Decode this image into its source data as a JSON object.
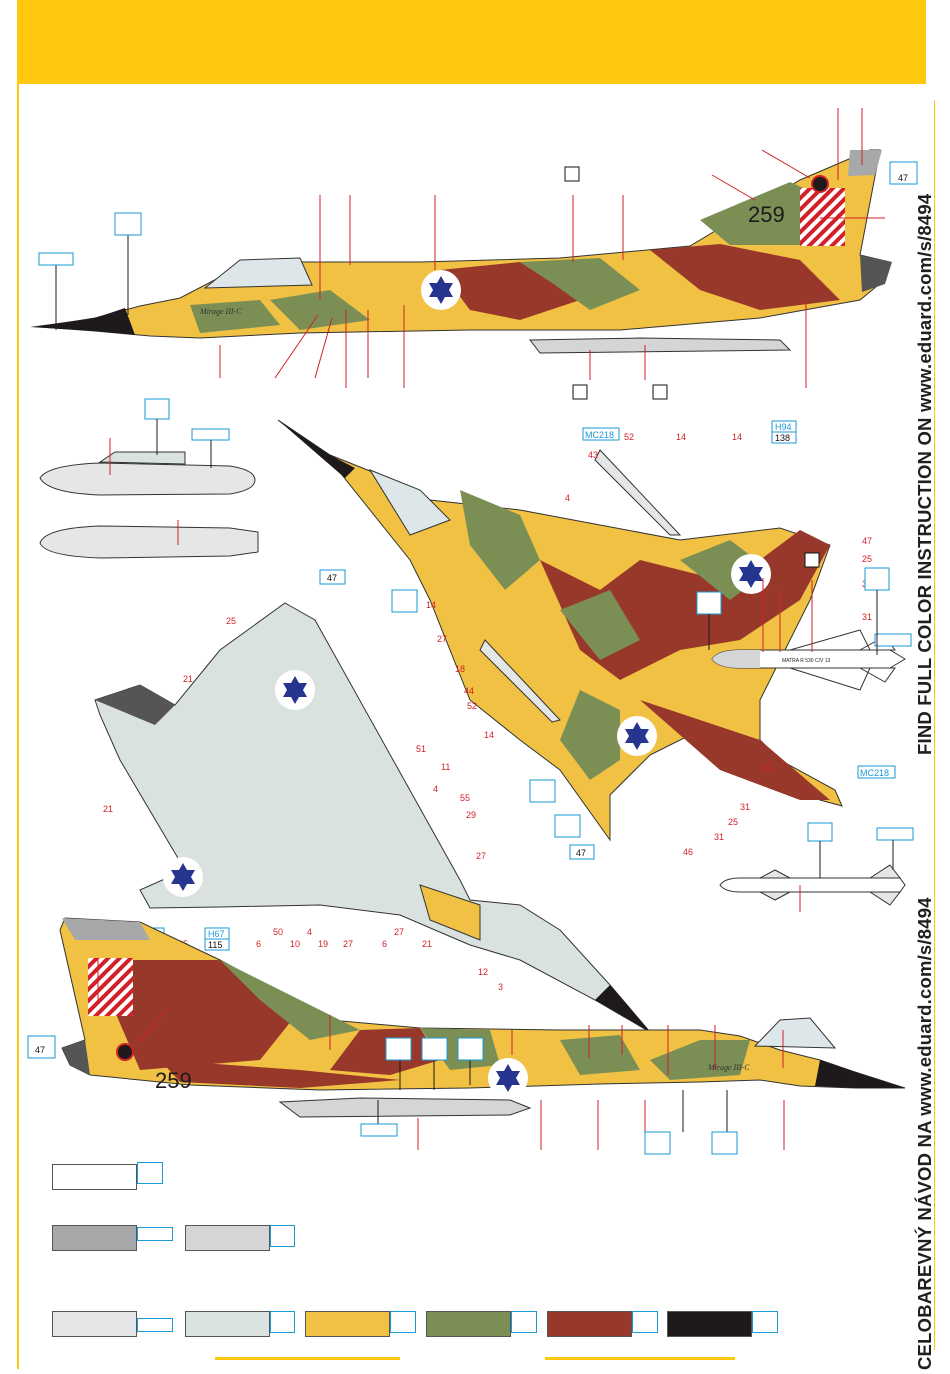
{
  "side_text": {
    "top": "FIND FULL COLOR INSTRUCTION ON www.eduard.com/s/8494",
    "bottom": "CELOBAREVNÝ NÁVOD NA www.eduard.com/s/8494"
  },
  "aircraft": {
    "serial": "259",
    "nose_script": "Mirage III-C",
    "missile_marking": "MATRA R 530 C/V 13"
  },
  "callouts": {
    "n14": "14",
    "n18": "18",
    "n27": "27",
    "n44": "44",
    "n52": "52",
    "n43": "43",
    "n4": "4",
    "n47": "47",
    "n25": "25",
    "n31": "31",
    "n46": "46",
    "n21": "21",
    "n51": "51",
    "n11": "11",
    "n55": "55",
    "n29": "29",
    "n6": "6",
    "n50": "50",
    "n10": "10",
    "n19": "19",
    "n12": "12",
    "n3": "3"
  },
  "ref_boxes": {
    "mc218": "MC218",
    "h94": "H94",
    "h94_val": "138",
    "h67": "H67",
    "h67_val": "115",
    "n47": "47"
  },
  "colors": {
    "banner": "#fdc80f",
    "sand": "#f0c143",
    "green": "#7b8f55",
    "brown": "#98382b",
    "light_gray": "#e5e7e7",
    "gray": "#a7a8a9",
    "mid_gray": "#d3d5d6",
    "pale_blue_gray": "#d9e2df",
    "black": "#1e1a1b",
    "white": "#ffffff",
    "roundel_blue": "#26358f",
    "callout_red": "#d21f28",
    "box_blue": "#1a9ad6"
  },
  "swatches": [
    {
      "name": "white",
      "color": "#ffffff"
    },
    {
      "name": "gray",
      "color": "#a7a8a9"
    },
    {
      "name": "mid-gray",
      "color": "#d3d5d6"
    },
    {
      "name": "light-gray",
      "color": "#e5e7e7"
    },
    {
      "name": "pale-gray",
      "color": "#d9e2df"
    },
    {
      "name": "sand",
      "color": "#f0c143"
    },
    {
      "name": "green",
      "color": "#7b8f55"
    },
    {
      "name": "brown",
      "color": "#98382b"
    },
    {
      "name": "black",
      "color": "#1e1a1b"
    }
  ]
}
